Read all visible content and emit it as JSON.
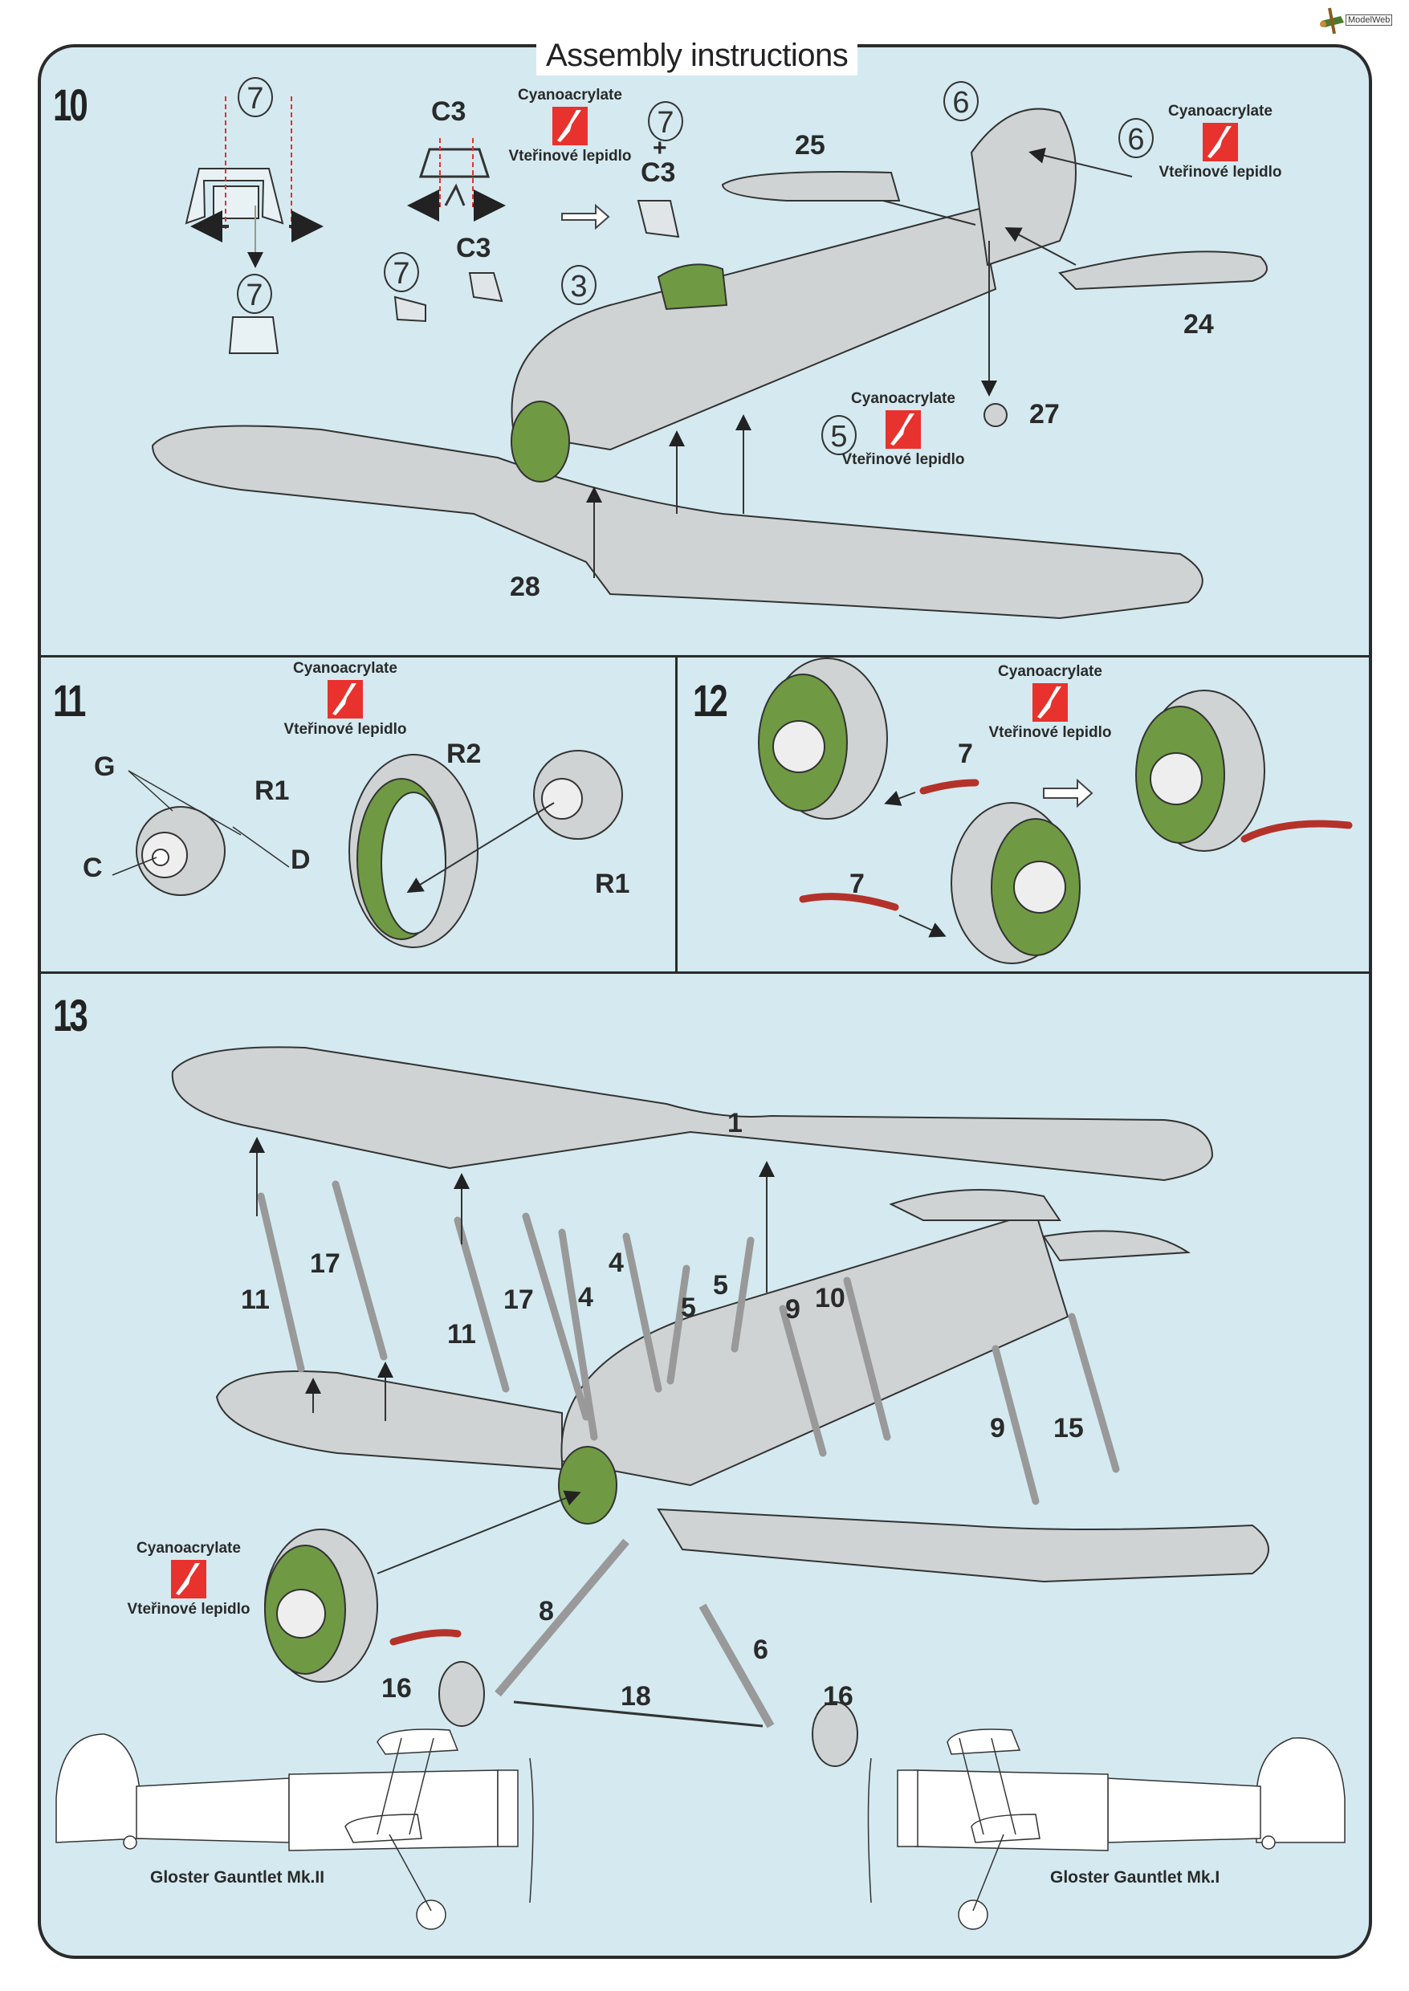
{
  "header": {
    "title": "Assembly instructions",
    "logo_text": "ModelWeb",
    "logo_icon": "plane-logo-icon"
  },
  "glue": {
    "en": "Cyanoacrylate",
    "cz": "Vteřinové lepidlo",
    "icon": "glue-tube-icon",
    "color": "#e8322d"
  },
  "colors": {
    "background": "#d4eaf0",
    "part_grey": "#d0d3d4",
    "interior_green": "#6f9a43",
    "exhaust_red": "#b4322a",
    "frame": "#2b2b2b"
  },
  "steps": {
    "s10": {
      "number": "10",
      "parts": {
        "p7a": "7",
        "p7b": "7",
        "p7c": "7",
        "p7plus": "7",
        "plus": "+",
        "c3a": "C3",
        "c3b": "C3",
        "c3c": "C3",
        "p3": "3",
        "p6a": "6",
        "p6b": "6",
        "p5": "5",
        "p25": "25",
        "p24": "24",
        "p27": "27",
        "p28": "28"
      }
    },
    "s11": {
      "number": "11",
      "parts": {
        "G": "G",
        "R1a": "R1",
        "C": "C",
        "D": "D",
        "R2": "R2",
        "R1b": "R1"
      }
    },
    "s12": {
      "number": "12",
      "parts": {
        "p7a": "7",
        "p7b": "7"
      }
    },
    "s13": {
      "number": "13",
      "parts": {
        "p1": "1",
        "p11a": "11",
        "p17a": "17",
        "p11b": "11",
        "p17b": "17",
        "p4a": "4",
        "p4b": "4",
        "p5a": "5",
        "p5b": "5",
        "p9a": "9",
        "p10": "10",
        "p9b": "9",
        "p15": "15",
        "p8": "8",
        "p6": "6",
        "p16a": "16",
        "p18": "18",
        "p16b": "16"
      },
      "captions": {
        "left": "Gloster Gauntlet Mk.II",
        "right": "Gloster Gauntlet Mk.I"
      }
    }
  }
}
